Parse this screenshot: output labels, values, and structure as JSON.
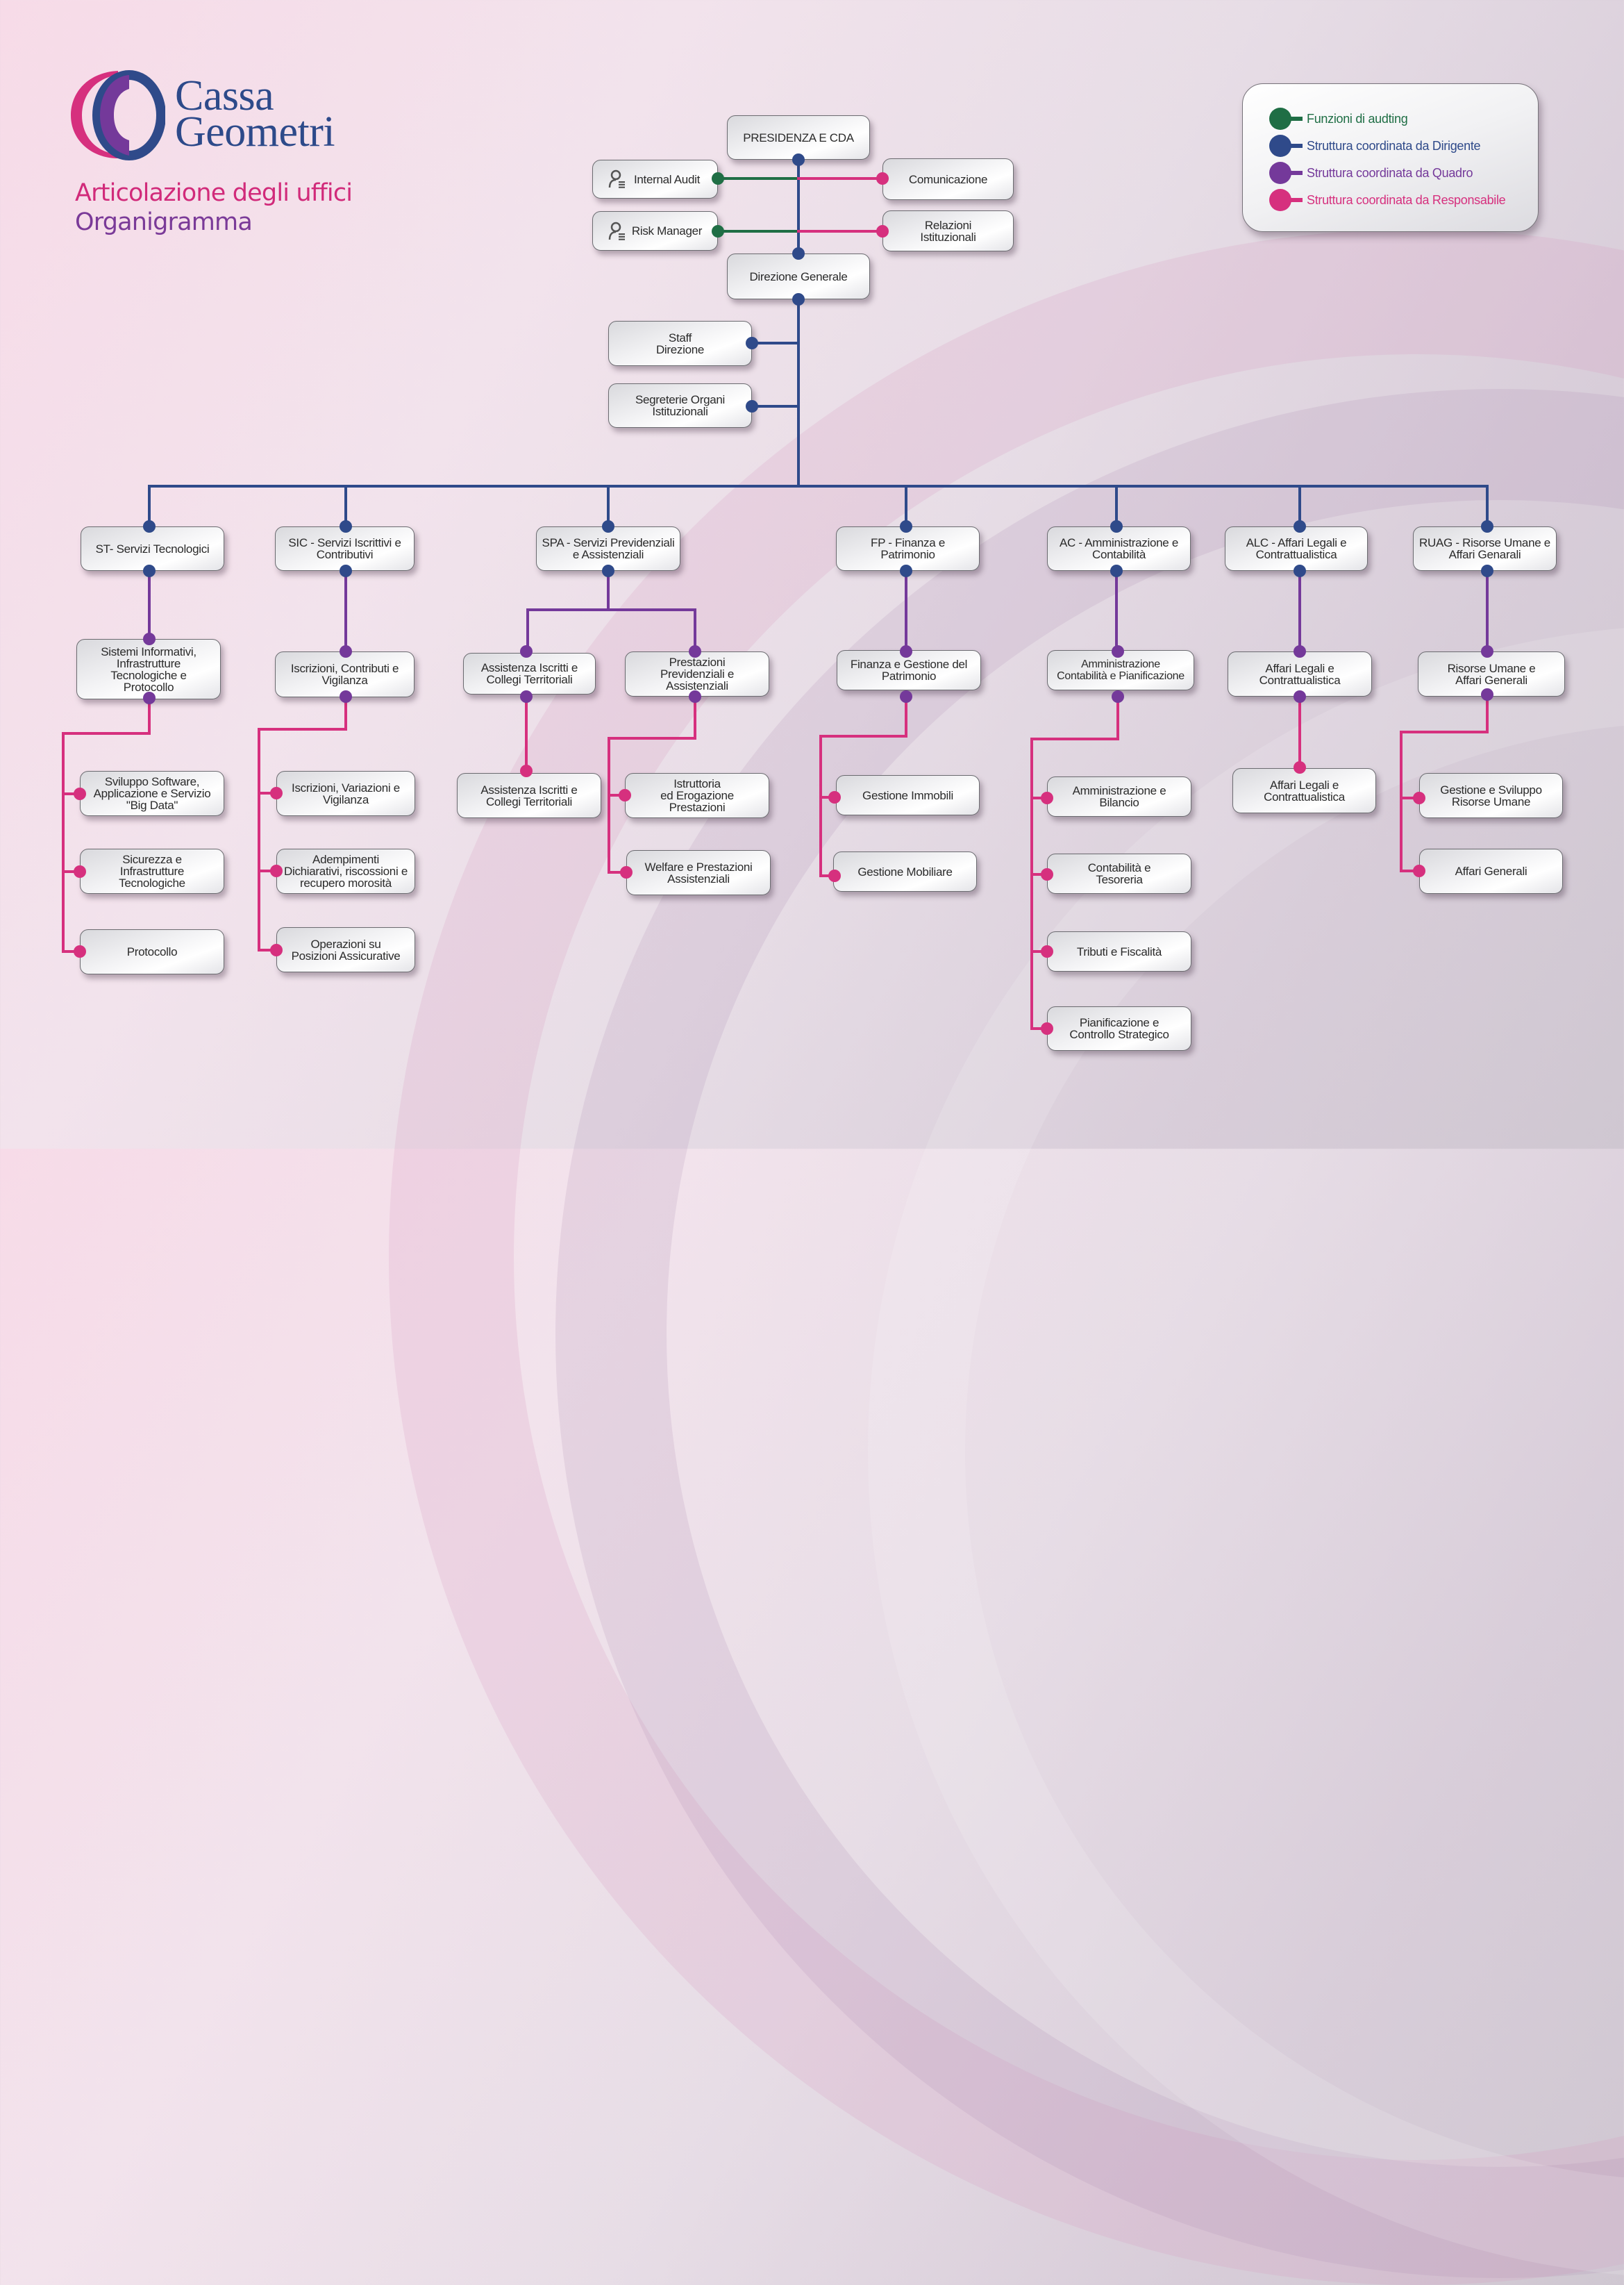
{
  "header": {
    "brand_line1": "Cassa",
    "brand_line2": "Geometri",
    "title": "Articolazione degli uffici",
    "subtitle": "Organigramma"
  },
  "legend": {
    "items": [
      {
        "label": "Funzioni di audting",
        "color": "#1f6e45"
      },
      {
        "label": "Struttura coordinata da Dirigente",
        "color": "#2f4a8a"
      },
      {
        "label": "Struttura coordinata da Quadro",
        "color": "#74399a"
      },
      {
        "label": "Struttura coordinata da Responsabile",
        "color": "#d6307e"
      }
    ]
  },
  "colors": {
    "dirigente": "#2f4a8a",
    "quadro": "#74399a",
    "responsabile": "#d6307e",
    "auditing": "#1f6e45"
  },
  "top": {
    "presidenza": "PRESIDENZA E CDA",
    "internal_audit": "Internal Audit",
    "risk_manager": "Risk Manager",
    "comunicazione": "Comunicazione",
    "relazioni": "Relazioni\nIstituzionali",
    "direzione": "Direzione Generale",
    "staff": "Staff\nDirezione",
    "segreterie": "Segreterie Organi\nIstituzionali"
  },
  "departments": [
    {
      "label": "ST- Servizi  Tecnologici",
      "units": [
        {
          "label": "Sistemi Informativi,\nInfrastrutture\nTecnologiche e\nProtocollo",
          "offices": [
            "Sviluppo Software,\nApplicazione e Servizio\n\"Big Data\"",
            "Sicurezza e\nInfrastrutture\nTecnologiche",
            "Protocollo"
          ]
        }
      ]
    },
    {
      "label": "SIC - Servizi Iscrittivi e\nContributivi",
      "units": [
        {
          "label": "Iscrizioni, Contributi e\nVigilanza",
          "offices": [
            "Iscrizioni, Variazioni e\nVigilanza",
            "Adempimenti\nDichiarativi, riscossioni e\nrecupero morosità",
            "Operazioni su\nPosizioni Assicurative"
          ]
        }
      ]
    },
    {
      "label": "SPA - Servizi Previdenziali\ne Assistenziali",
      "units": [
        {
          "label": "Assistenza Iscritti e\nCollegi Territoriali",
          "offices": [
            "Assistenza Iscritti e\nCollegi Territoriali"
          ]
        },
        {
          "label": "Prestazioni\nPrevidenziali e\nAssistenziali",
          "offices": [
            "Istruttoria\ned Erogazione\nPrestazioni",
            "Welfare e Prestazioni\nAssistenziali"
          ]
        }
      ]
    },
    {
      "label": "FP - Finanza e\nPatrimonio",
      "units": [
        {
          "label": "Finanza e Gestione del\nPatrimonio",
          "offices": [
            "Gestione Immobili",
            "Gestione Mobiliare"
          ]
        }
      ]
    },
    {
      "label": "AC - Amministrazione e\nContabilità",
      "units": [
        {
          "label": "Amministrazione\nContabilità e Pianificazione",
          "offices": [
            "Amministrazione e\nBilancio",
            "Contabilità e\nTesoreria",
            "Tributi e Fiscalità",
            "Pianificazione e\nControllo Strategico"
          ]
        }
      ]
    },
    {
      "label": "ALC - Affari Legali e\nContrattualistica",
      "units": [
        {
          "label": "Affari Legali e\nContrattualistica",
          "offices": [
            "Affari Legali e\nContrattualistica"
          ]
        }
      ]
    },
    {
      "label": "RUAG - Risorse Umane e\nAffari Genarali",
      "units": [
        {
          "label": "Risorse Umane e\nAffari Generali",
          "offices": [
            "Gestione e Sviluppo\nRisorse Umane",
            "Affari Generali"
          ]
        }
      ]
    }
  ]
}
